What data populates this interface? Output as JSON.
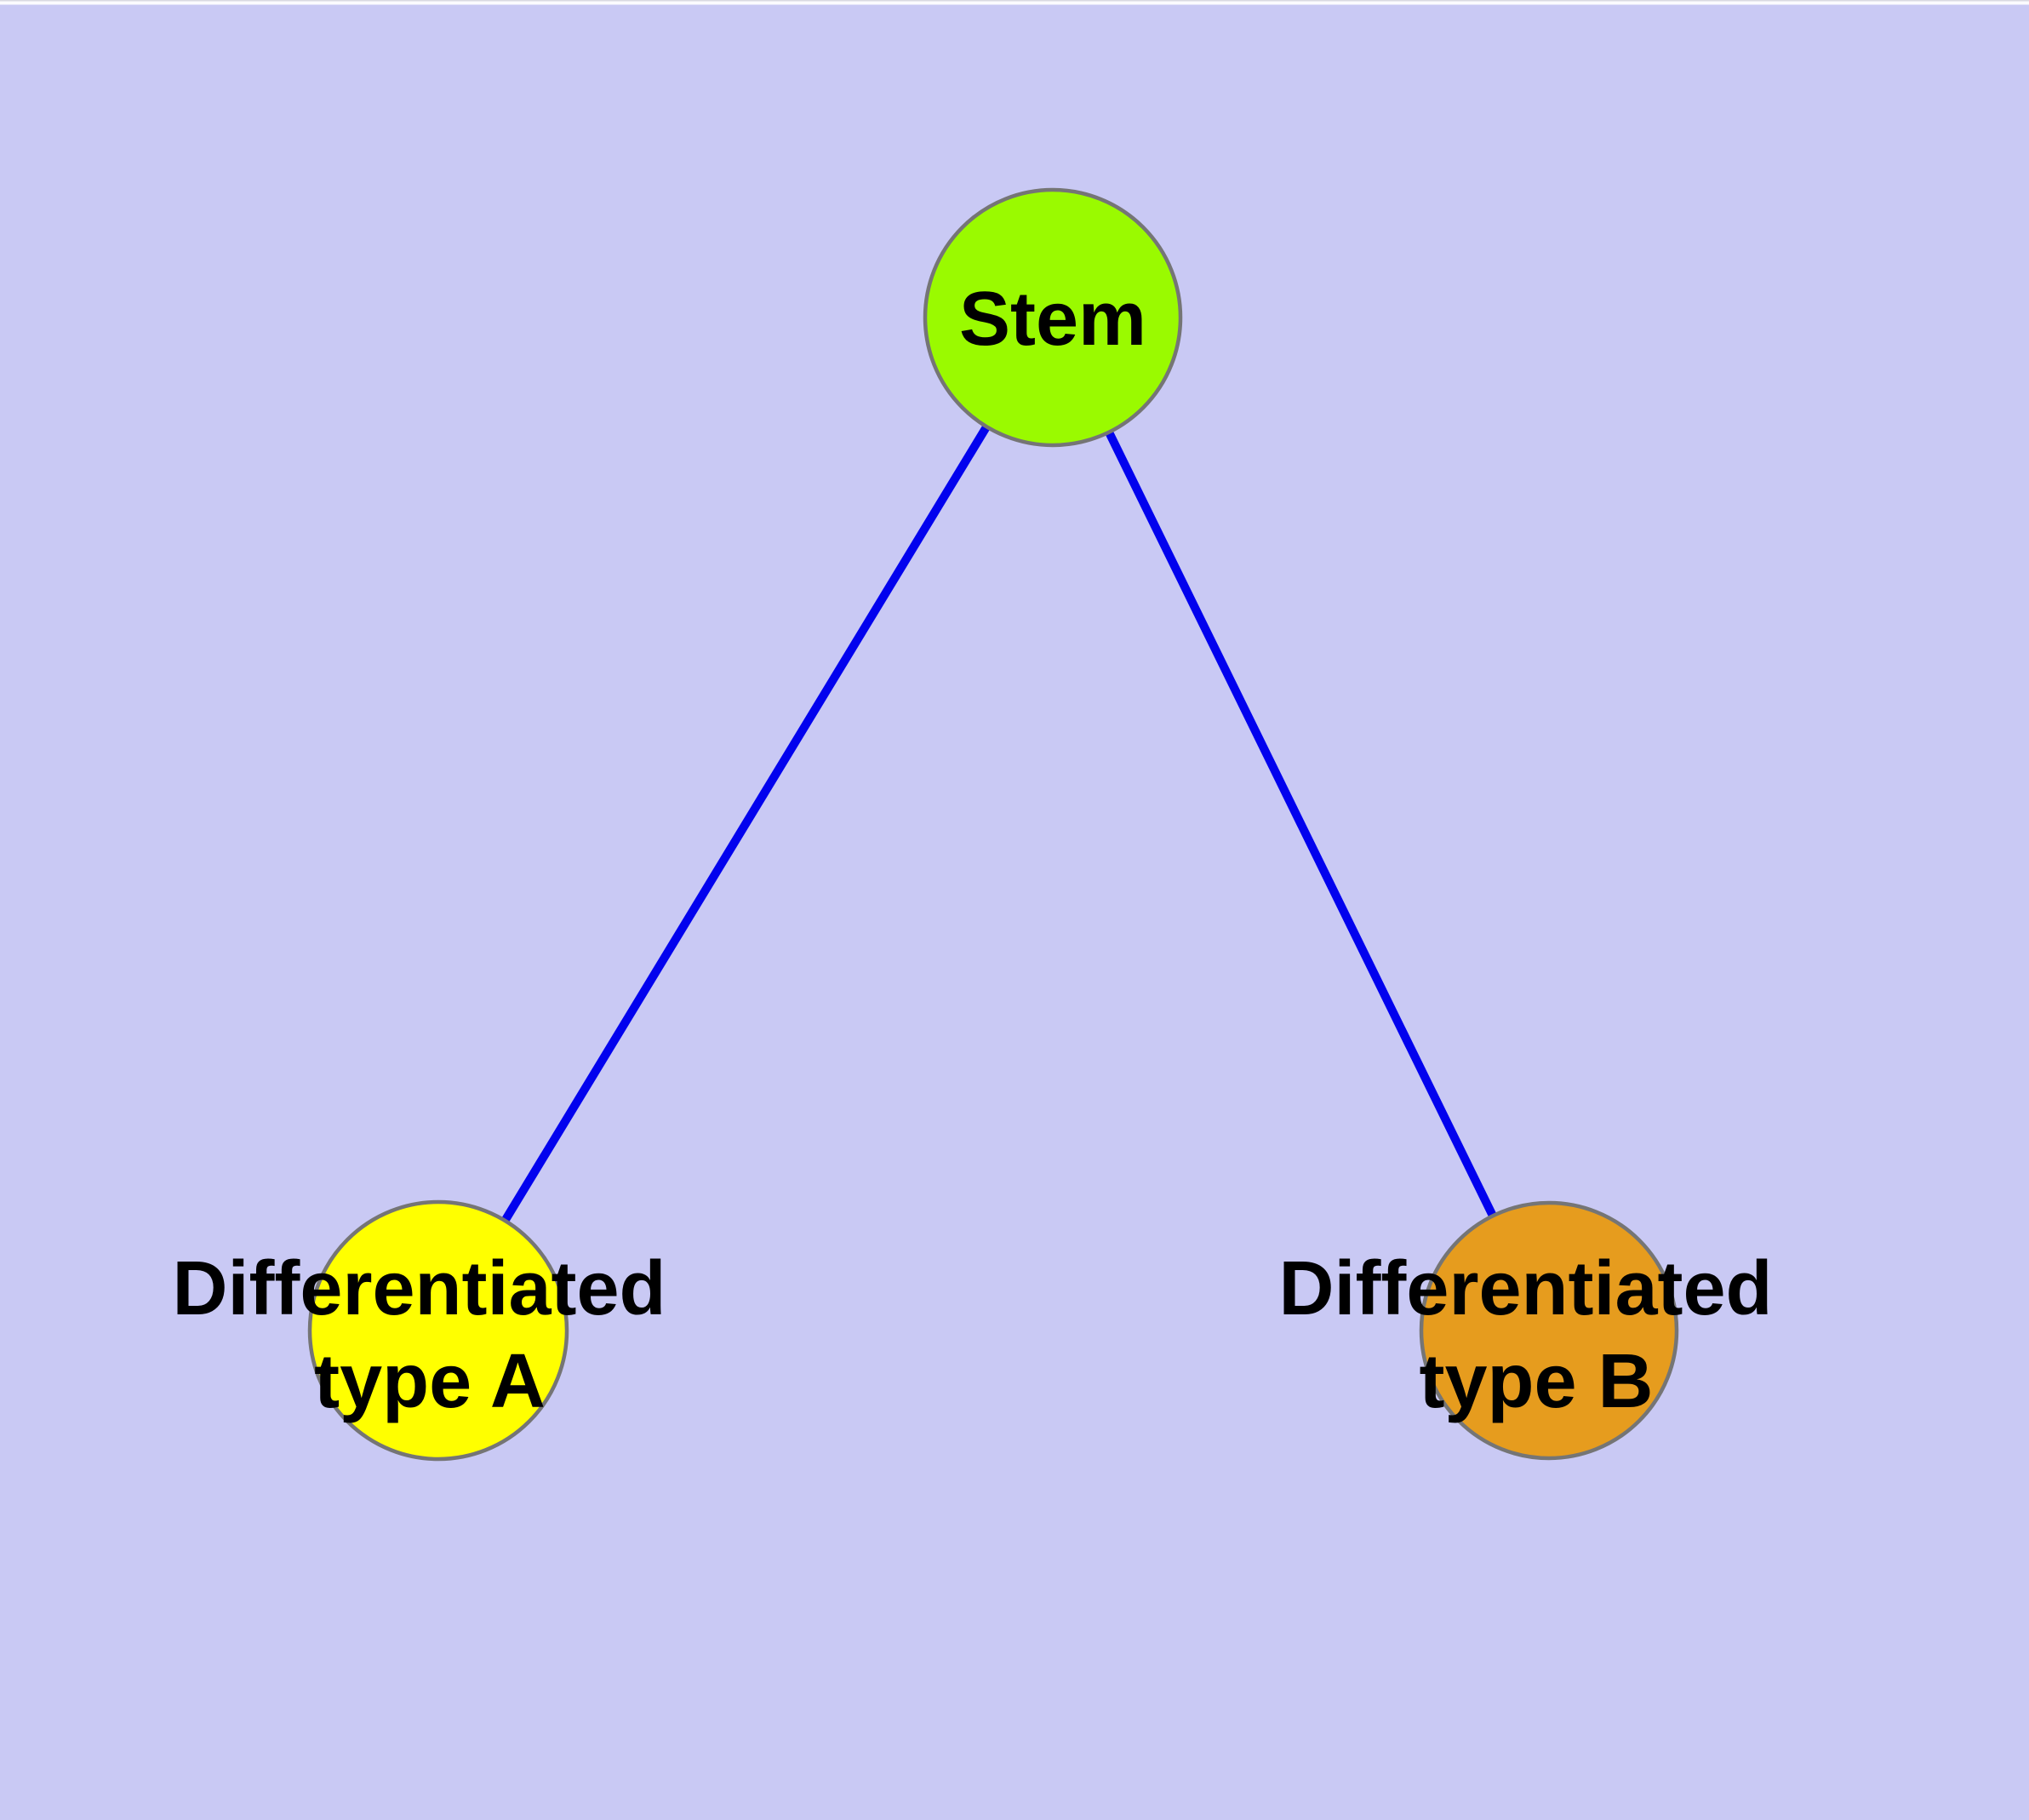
{
  "canvas": {
    "background_color": "#C9C9F4",
    "top_hairline_color": "#D9D9E2",
    "top_strip_color": "#FBFBFE"
  },
  "graph": {
    "node_border_color": "#757575",
    "edge_color": "#0202EE",
    "label_color": "#000000",
    "nodes": [
      {
        "id": "stem",
        "label": "Stem",
        "fill_color": "#9AFA00"
      },
      {
        "id": "differentiated-type-a",
        "label_line1": "Differentiated",
        "label_line2": "type A",
        "fill_color": "#FFFF00"
      },
      {
        "id": "differentiated-type-b",
        "label_line1": "Differentiated",
        "label_line2": "type B",
        "fill_color": "#E69C1E"
      }
    ],
    "edges": [
      {
        "from": "Stem",
        "to": "Differentiated type A"
      },
      {
        "from": "Stem",
        "to": "Differentiated type B"
      }
    ]
  }
}
